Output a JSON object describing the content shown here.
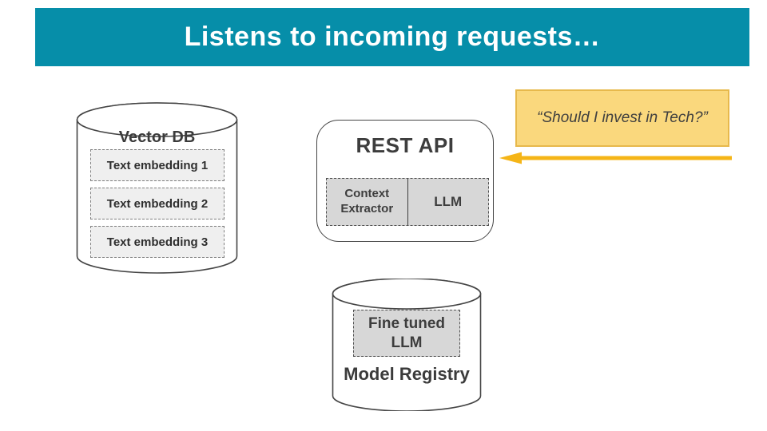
{
  "slide": {
    "title": "Listens to incoming requests…",
    "banner_color": "#068EA9"
  },
  "vector_db": {
    "title": "Vector DB",
    "embeddings": [
      "Text embedding 1",
      "Text embedding 2",
      "Text embedding 3"
    ]
  },
  "rest_api": {
    "title": "REST API",
    "cells": [
      "Context Extractor",
      "LLM"
    ]
  },
  "incoming_request": {
    "quote": "“Should I invest in Tech?”",
    "quote_fill": "#FAD87D",
    "quote_border": "#E7B94C",
    "arrow_color": "#F5B517",
    "arrow_direction": "left"
  },
  "model_registry": {
    "title": "Model Registry",
    "model": "Fine tuned LLM"
  },
  "colors": {
    "cell_fill": "#D7D7D7",
    "embedding_fill": "#EFEFEF",
    "outline": "#454545",
    "text": "#3B3B3B"
  }
}
